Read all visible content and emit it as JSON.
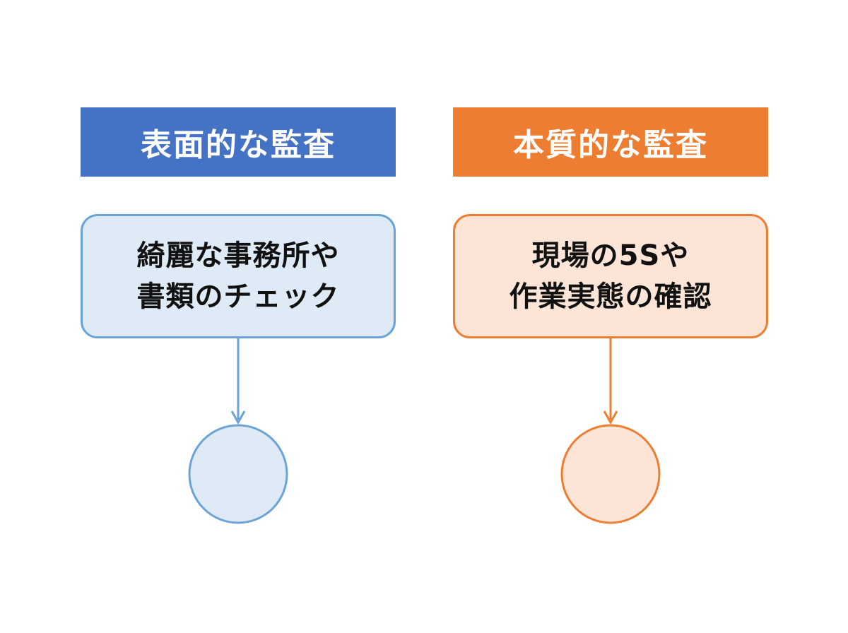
{
  "left": {
    "header": "表面的な監査",
    "box_line1": "綺麗な事務所や",
    "box_line2": "書類のチェック",
    "color": "#4472c4",
    "fill": "#deebf7",
    "stroke": "#6aa3d5"
  },
  "right": {
    "header": "本質的な監査",
    "box_line1": "現場の5Sや",
    "box_line2": "作業実態の確認",
    "color": "#ed7d31",
    "fill": "#fce4d6",
    "stroke": "#ed7d31"
  }
}
